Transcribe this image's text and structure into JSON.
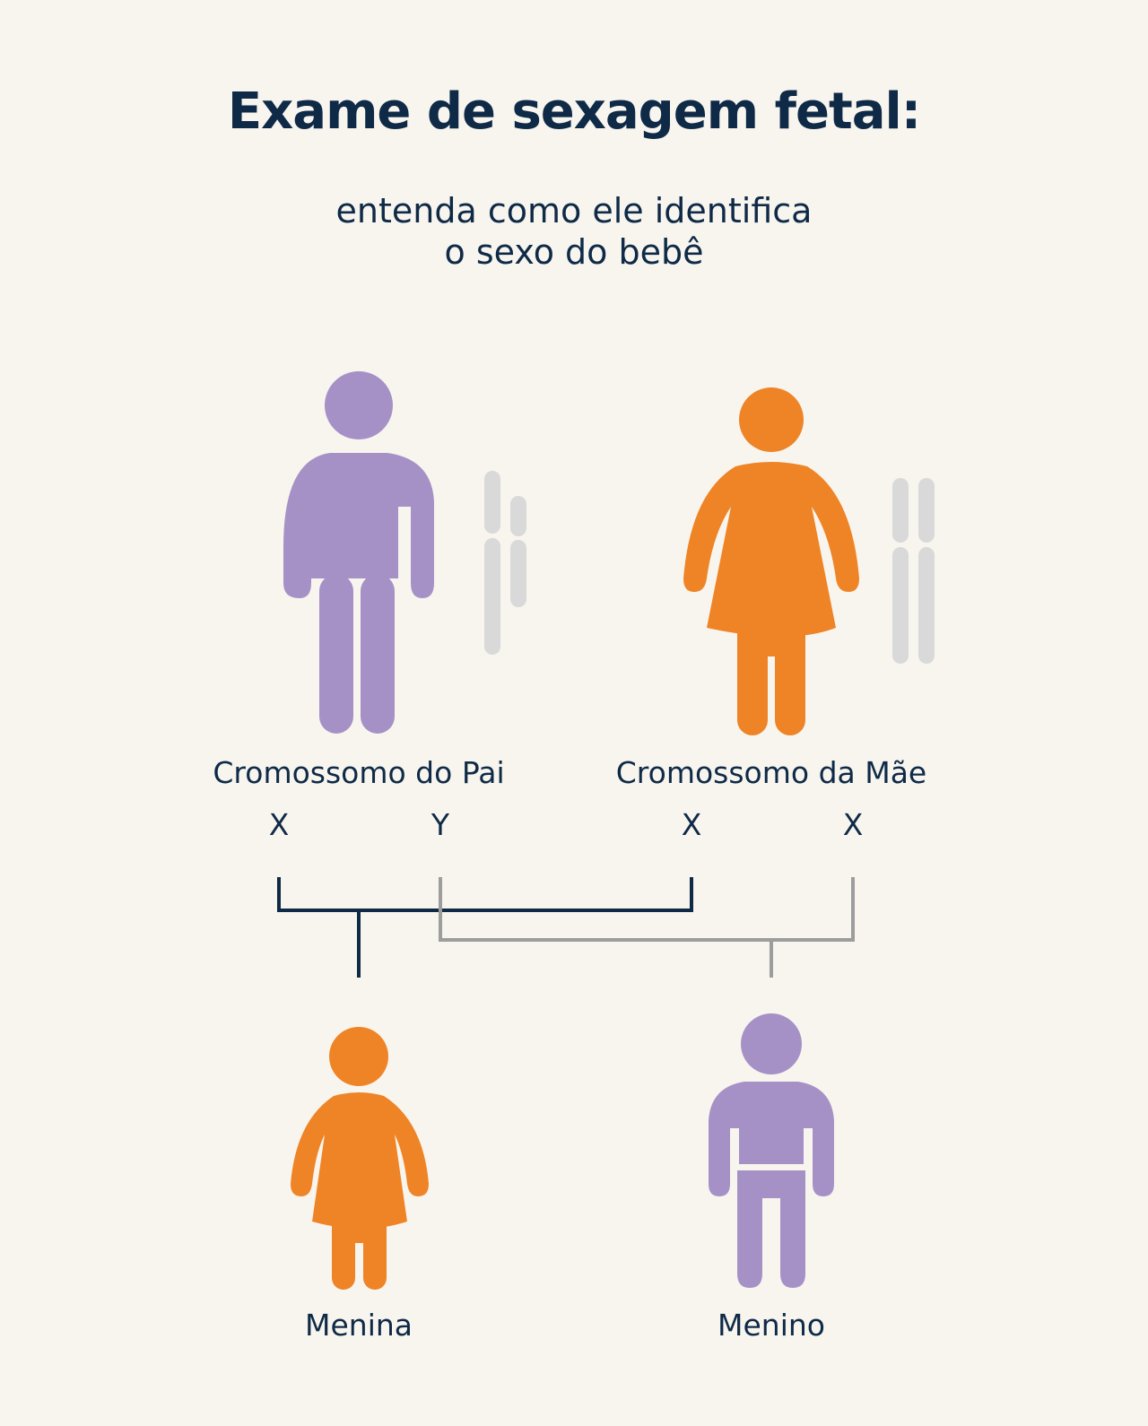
{
  "title": "Exame de sexagem fetal:",
  "subtitle": [
    "entenda como ele identifica",
    "o sexo do bebê"
  ],
  "parents": {
    "father": {
      "label": "Cromossomo do Pai",
      "chromosomes": [
        "X",
        "Y"
      ],
      "color": "#a691c7",
      "icon": "man-icon"
    },
    "mother": {
      "label": "Cromossomo da Mãe",
      "chromosomes": [
        "X",
        "X"
      ],
      "color": "#ef8426",
      "icon": "woman-icon"
    }
  },
  "children": {
    "girl": {
      "label": "Menina",
      "color": "#ef8426",
      "icon": "girl-icon"
    },
    "boy": {
      "label": "Menino",
      "color": "#a691c7",
      "icon": "boy-icon"
    }
  },
  "colors": {
    "background": "#f8f5ef",
    "text": "#0f2a47",
    "chromosome": "#d9d9d9",
    "girl_connector": "#0f2a47",
    "boy_connector": "#9d9d9d"
  }
}
